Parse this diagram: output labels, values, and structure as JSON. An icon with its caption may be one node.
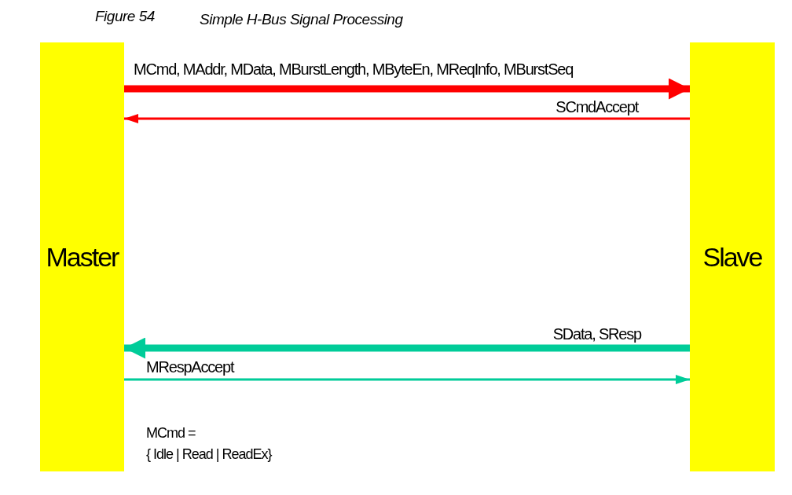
{
  "diagram": {
    "title": "Simple H-Bus Signal Processing",
    "nodes": [
      {
        "text": [
          "Master"
        ]
      },
      {
        "text": [
          "Slave"
        ]
      }
    ],
    "edges": [
      {
        "from": 0,
        "to": 1,
        "arrow": "to",
        "label": "MCmd, MAddr, MData, MBurstLength, MByteEn, MReqInfo, MBurstSeq",
        "style": "thick",
        "color": "#ff0000"
      },
      {
        "from": 1,
        "to": 0,
        "arrow": "to",
        "label": "SCmdAccept",
        "color": "#ff0000"
      },
      {
        "from": 1,
        "to": 0,
        "arrow": "to",
        "label": "SData, SResp",
        "style": "thick",
        "color": "#00cc99"
      },
      {
        "from": 0,
        "to": 1,
        "arrow": "to",
        "label": "MRespAccept",
        "color": "#00cc99"
      }
    ],
    "labels": [
      "Figure 54",
      "MCmd =",
      "{ Idle | Read | ReadEx}"
    ]
  }
}
